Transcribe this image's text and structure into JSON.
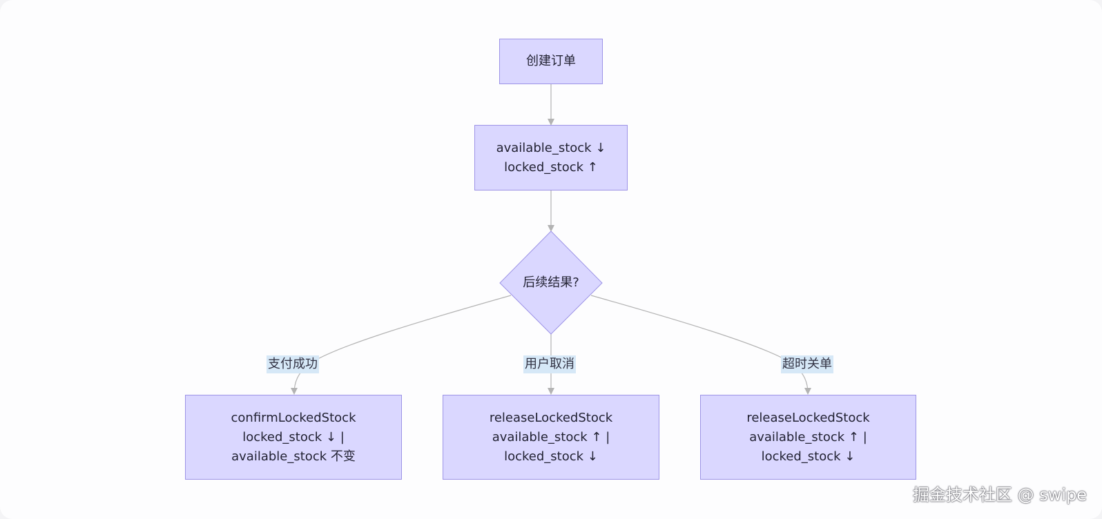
{
  "nodes": {
    "create_order": {
      "lines": [
        "创建订单"
      ]
    },
    "lock_stock": {
      "lines": [
        "available_stock ↓",
        "locked_stock ↑"
      ]
    },
    "decision": {
      "label": "后续结果?"
    },
    "confirm": {
      "lines": [
        "confirmLockedStock",
        "locked_stock ↓ |",
        "available_stock 不变"
      ]
    },
    "release_cancel": {
      "lines": [
        "releaseLockedStock",
        "available_stock ↑ |",
        "locked_stock ↓"
      ]
    },
    "release_timeout": {
      "lines": [
        "releaseLockedStock",
        "available_stock ↑ |",
        "locked_stock ↓"
      ]
    }
  },
  "edge_labels": {
    "pay_success": "支付成功",
    "user_cancel": "用户取消",
    "timeout_close": "超时关单"
  },
  "watermark": "掘金技术社区 @ swipe",
  "colors": {
    "node_fill": "#dad7ff",
    "node_border": "#9c93e6",
    "edge": "#b3b3b3",
    "edge_label_bg": "#d6e8f7"
  }
}
